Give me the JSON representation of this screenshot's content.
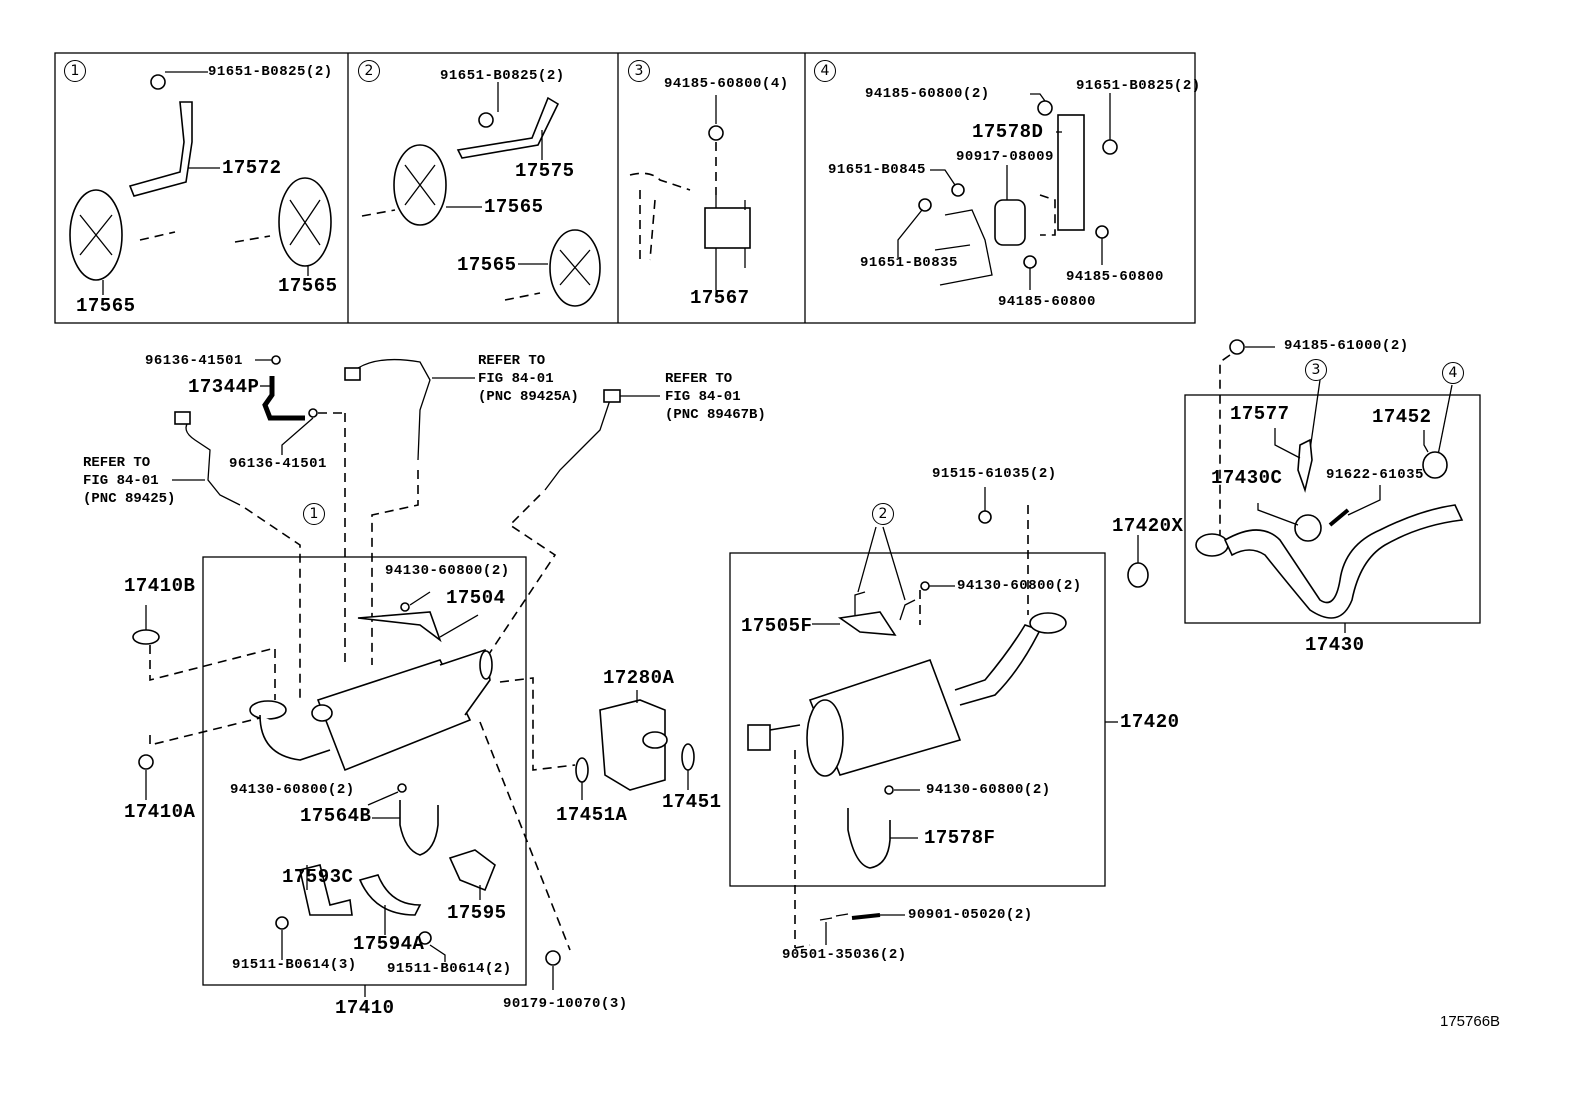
{
  "figure_id": "175766B",
  "insets": [
    {
      "number": "1",
      "parts": [
        "91651-B0825(2)",
        "17572",
        "17565",
        "17565"
      ]
    },
    {
      "number": "2",
      "parts": [
        "91651-B0825(2)",
        "17575",
        "17565",
        "17565"
      ]
    },
    {
      "number": "3",
      "parts": [
        "94185-60800(4)",
        "17567"
      ]
    },
    {
      "number": "4",
      "parts": [
        "94185-60800(2)",
        "91651-B0825(2)",
        "17578D",
        "90917-08009",
        "91651-B0845",
        "91651-B0835",
        "94185-60800",
        "94185-60800"
      ]
    }
  ],
  "callouts": {
    "c1": "1",
    "c2": "2",
    "c3": "3",
    "c4": "4"
  },
  "labels": {
    "i1_bolt": "91651-B0825(2)",
    "i1_17572": "17572",
    "i1_17565a": "17565",
    "i1_17565b": "17565",
    "i2_bolt": "91651-B0825(2)",
    "i2_17575": "17575",
    "i2_17565a": "17565",
    "i2_17565b": "17565",
    "i3_nut": "94185-60800(4)",
    "i3_17567": "17567",
    "i4_nut2": "94185-60800(2)",
    "i4_bolt": "91651-B0825(2)",
    "i4_17578D": "17578D",
    "i4_90917": "90917-08009",
    "i4_b0845": "91651-B0845",
    "i4_b0835": "91651-B0835",
    "i4_nut_r": "94185-60800",
    "i4_nut_b": "94185-60800",
    "p96136_top": "96136-41501",
    "p17344P": "17344P",
    "p96136_bot": "96136-41501",
    "ref1": "REFER TO\nFIG 84-01\n(PNC 89425)",
    "ref2": "REFER TO\nFIG 84-01\n(PNC 89425A)",
    "ref3": "REFER TO\nFIG 84-01\n(PNC 89467B)",
    "p17410B": "17410B",
    "p17410A": "17410A",
    "p94130_a": "94130-60800(2)",
    "p17504": "17504",
    "p94130_b": "94130-60800(2)",
    "p17564B": "17564B",
    "p17593C": "17593C",
    "p17595": "17595",
    "p17594A": "17594A",
    "p91511_3": "91511-B0614(3)",
    "p91511_2": "91511-B0614(2)",
    "p17410": "17410",
    "p90179": "90179-10070(3)",
    "p17280A": "17280A",
    "p17451A": "17451A",
    "p17451": "17451",
    "p91515": "91515-61035(2)",
    "p94130_c": "94130-60800(2)",
    "p17505F": "17505F",
    "p17420": "17420",
    "p94130_d": "94130-60800(2)",
    "p17578F": "17578F",
    "p90901": "90901-05020(2)",
    "p90501": "90501-35036(2)",
    "p17420X": "17420X",
    "p94185_61000": "94185-61000(2)",
    "p17577": "17577",
    "p17452": "17452",
    "p17430C": "17430C",
    "p91622": "91622-61035",
    "p17430": "17430"
  }
}
